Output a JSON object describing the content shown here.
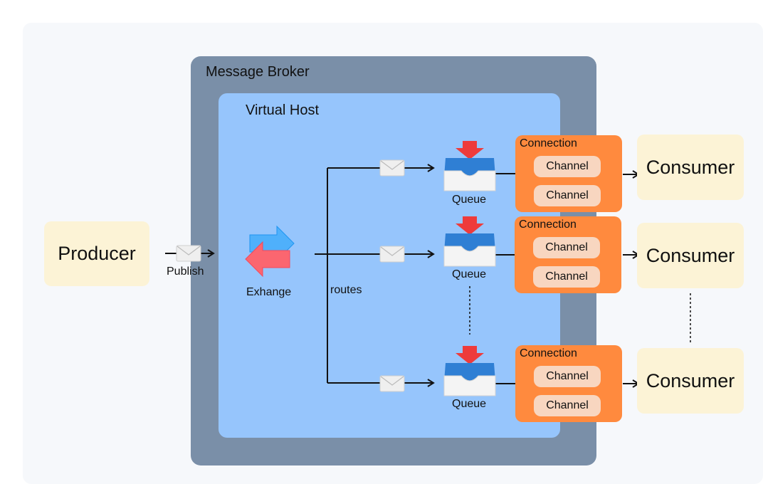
{
  "diagram": {
    "broker": {
      "title": "Message Broker"
    },
    "virtual_host": {
      "title": "Virtual Host"
    },
    "producer": {
      "label": "Producer"
    },
    "publish": {
      "label": "Publish"
    },
    "exchange": {
      "label": "Exhange"
    },
    "routes": {
      "label": "routes"
    },
    "queues": [
      {
        "label": "Queue"
      },
      {
        "label": "Queue"
      },
      {
        "label": "Queue"
      }
    ],
    "connections": [
      {
        "title": "Connection",
        "channels": [
          "Channel",
          "Channel"
        ]
      },
      {
        "title": "Connection",
        "channels": [
          "Channel",
          "Channel"
        ]
      },
      {
        "title": "Connection",
        "channels": [
          "Channel",
          "Channel"
        ]
      }
    ],
    "consumers": [
      {
        "label": "Consumer"
      },
      {
        "label": "Consumer"
      },
      {
        "label": "Consumer"
      }
    ],
    "colors": {
      "broker": "#7a8fa8",
      "virtual_host": "#96c5fc",
      "connection": "#ff8a3e",
      "channel": "#f8d6c0",
      "producer_consumer": "#fcf3d6"
    }
  }
}
